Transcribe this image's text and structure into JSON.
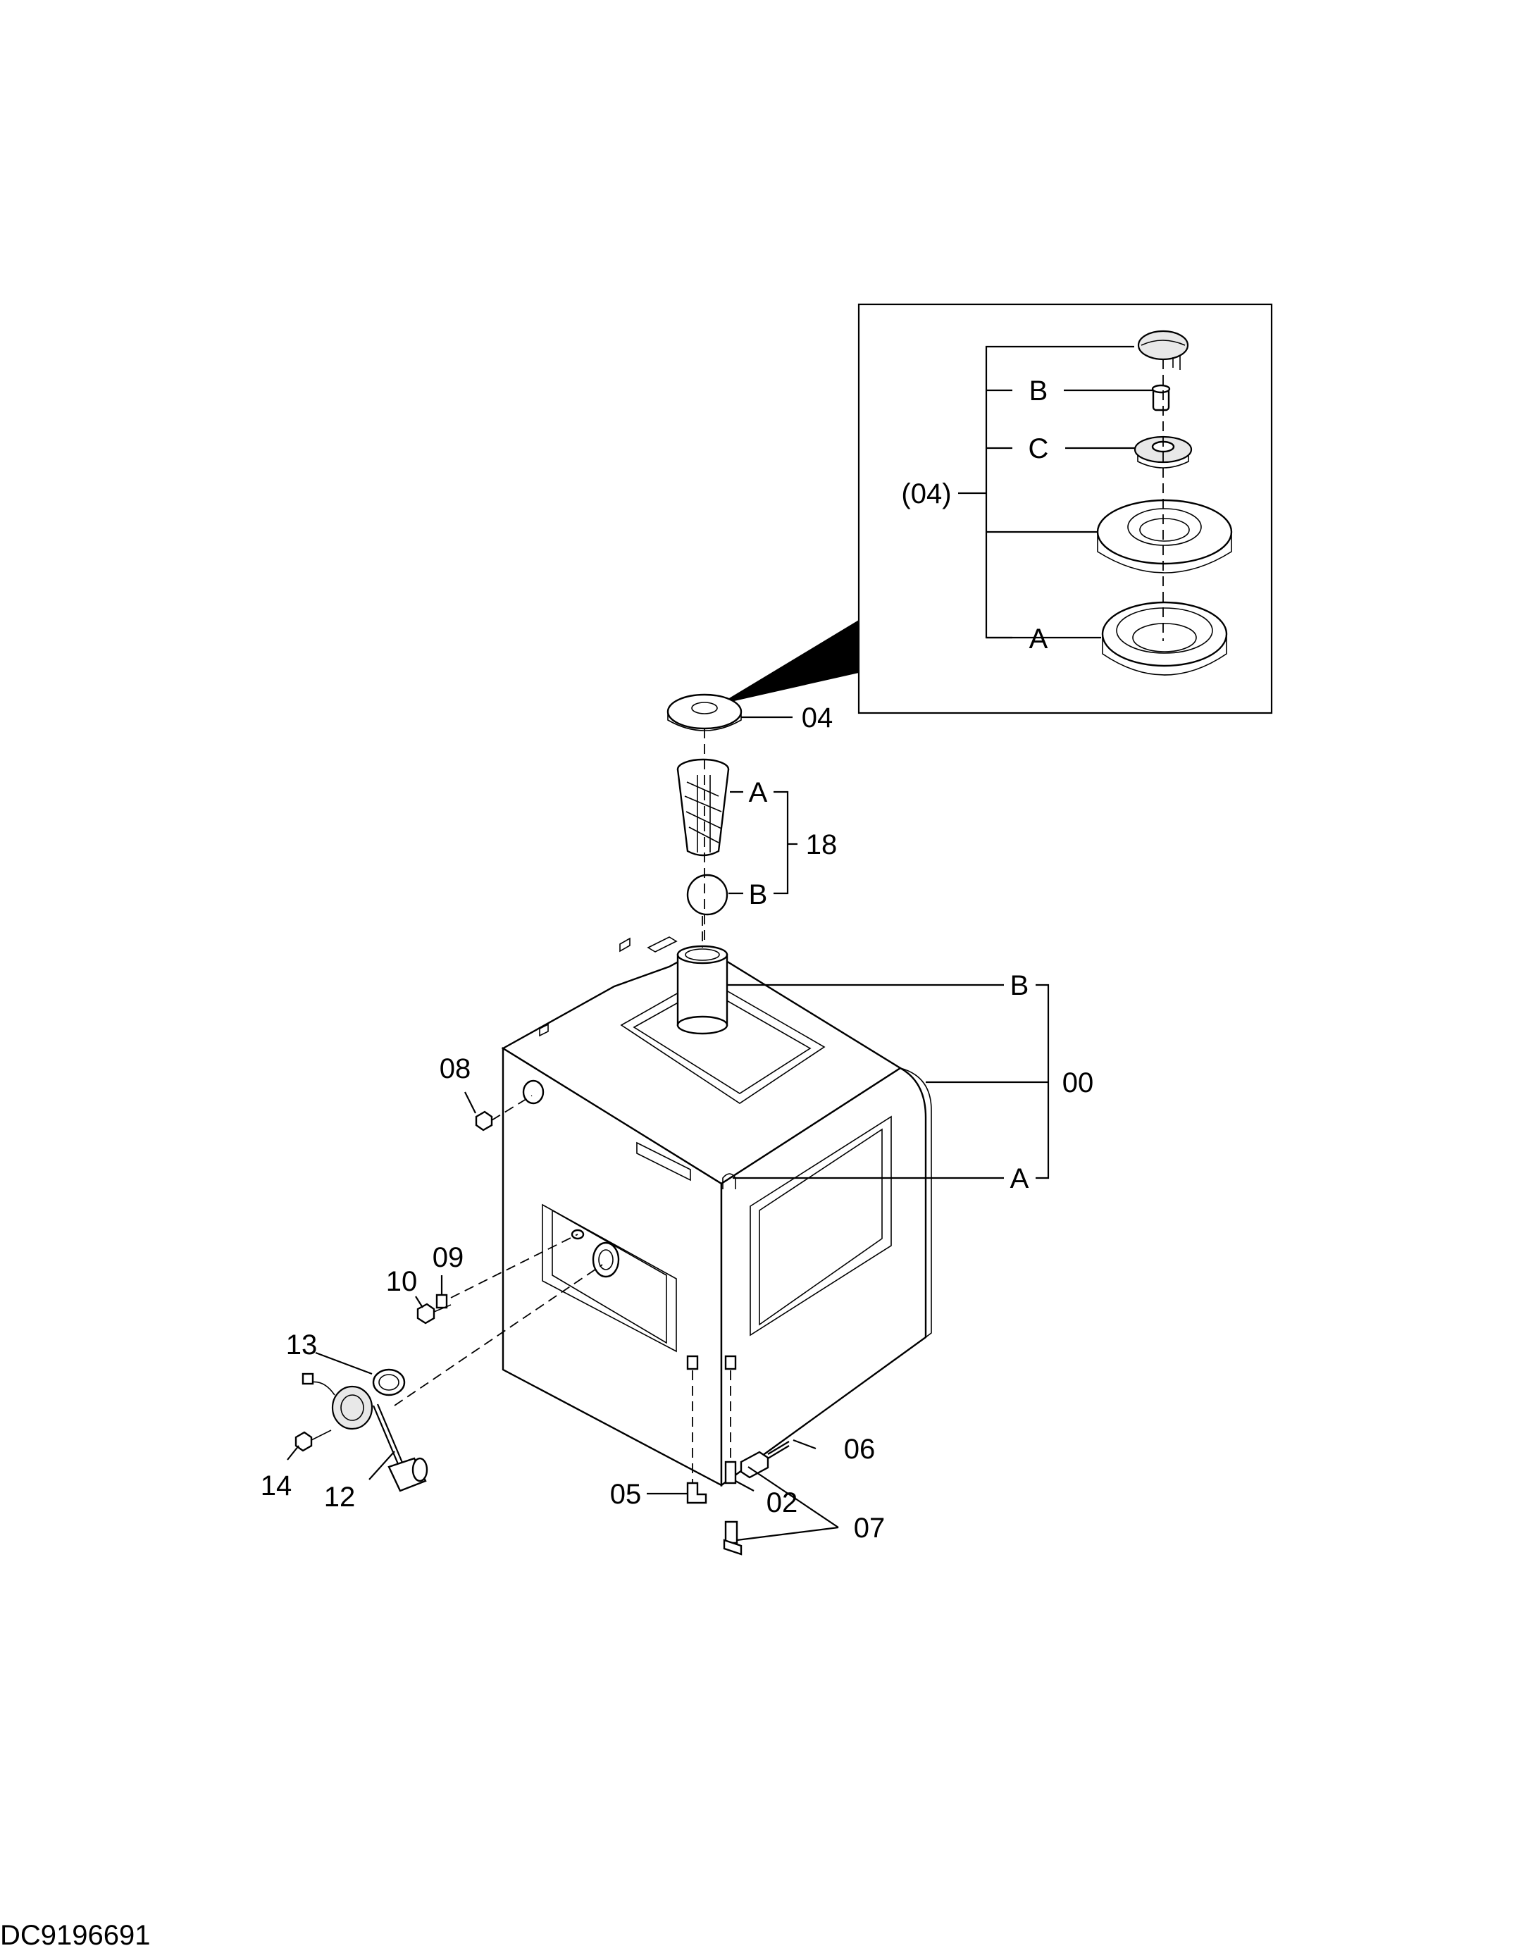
{
  "drawing_code": "DC9196691",
  "callouts": {
    "inset_04": "(04)",
    "inset_b": "B",
    "inset_c": "C",
    "inset_a": "A",
    "p04": "04",
    "p18": "18",
    "p18_a": "A",
    "p18_b": "B",
    "p00": "00",
    "p00_a": "A",
    "p00_b": "B",
    "p08": "08",
    "p09": "09",
    "p10": "10",
    "p13": "13",
    "p14": "14",
    "p12": "12",
    "p05": "05",
    "p02": "02",
    "p06": "06",
    "p07": "07"
  }
}
